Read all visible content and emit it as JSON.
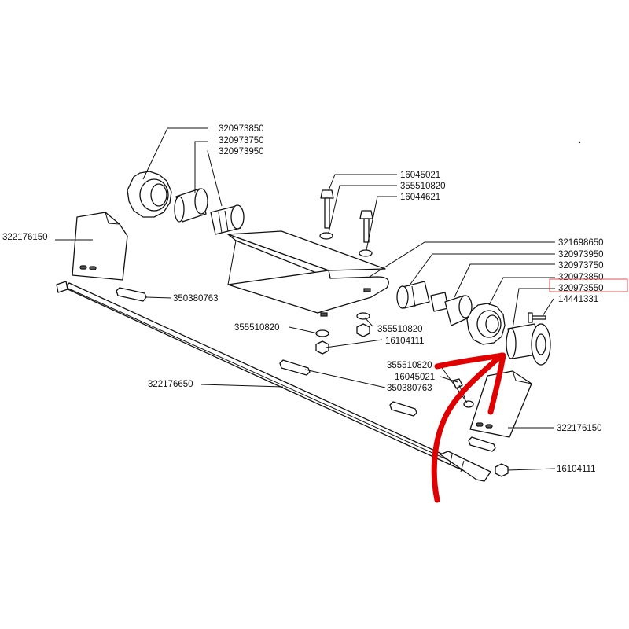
{
  "labels": {
    "l01": "320973850",
    "l02": "320973750",
    "l03": "320973950",
    "l04": "16045021",
    "l05": "355510820",
    "l06": "16044621",
    "l07": "322176150",
    "l08": "321698650",
    "l09": "320973950",
    "l10": "320973750",
    "l11": "320973850",
    "l12": "320973550",
    "l13": "14441331",
    "l14": "350380763",
    "l15": "355510820",
    "l16": "355510820",
    "l17": "16104111",
    "l18": "322176650",
    "l19": "355510820",
    "l20": "16045021",
    "l21": "350380763",
    "l22": "322176150",
    "l23": "16104111"
  },
  "highlight": {
    "part_number": "320973550",
    "box_color": "#e05050"
  },
  "arrow_color": "#e00000"
}
